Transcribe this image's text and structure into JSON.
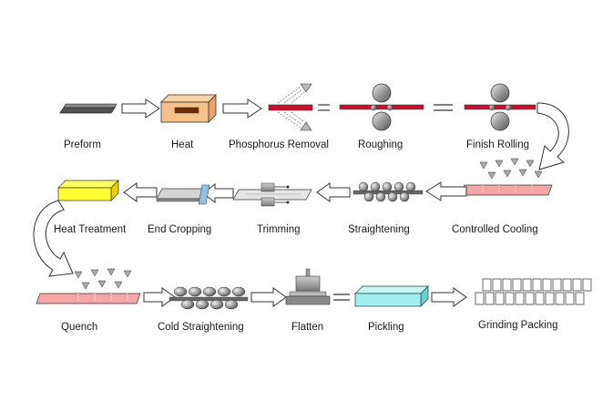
{
  "steps": [
    {
      "id": "preform",
      "label": "Preform"
    },
    {
      "id": "heat",
      "label": "Heat"
    },
    {
      "id": "phosphorus-removal",
      "label": "Phosphorus Removal"
    },
    {
      "id": "roughing",
      "label": "Roughing"
    },
    {
      "id": "finish-rolling",
      "label": "Finish Rolling"
    },
    {
      "id": "controlled-cooling",
      "label": "Controlled Cooling"
    },
    {
      "id": "straightening",
      "label": "Straightening"
    },
    {
      "id": "trimming",
      "label": "Trimming"
    },
    {
      "id": "end-cropping",
      "label": "End Cropping"
    },
    {
      "id": "heat-treatment",
      "label": "Heat Treatment"
    },
    {
      "id": "quench",
      "label": "Quench"
    },
    {
      "id": "cold-straightening",
      "label": "Cold Straightening"
    },
    {
      "id": "flatten",
      "label": "Flatten"
    },
    {
      "id": "pickling",
      "label": "Pickling"
    },
    {
      "id": "grinding-packing",
      "label": "Grinding Packing"
    }
  ],
  "colors": {
    "heat": "#f6c08a",
    "hot_bar": "#c8102e",
    "cooling_bar": "#f4a6a6",
    "heat_treatment": "#ffff33",
    "pickling": "#9ff0f0",
    "roller": "#9a9a9a",
    "steel": "#777777"
  }
}
